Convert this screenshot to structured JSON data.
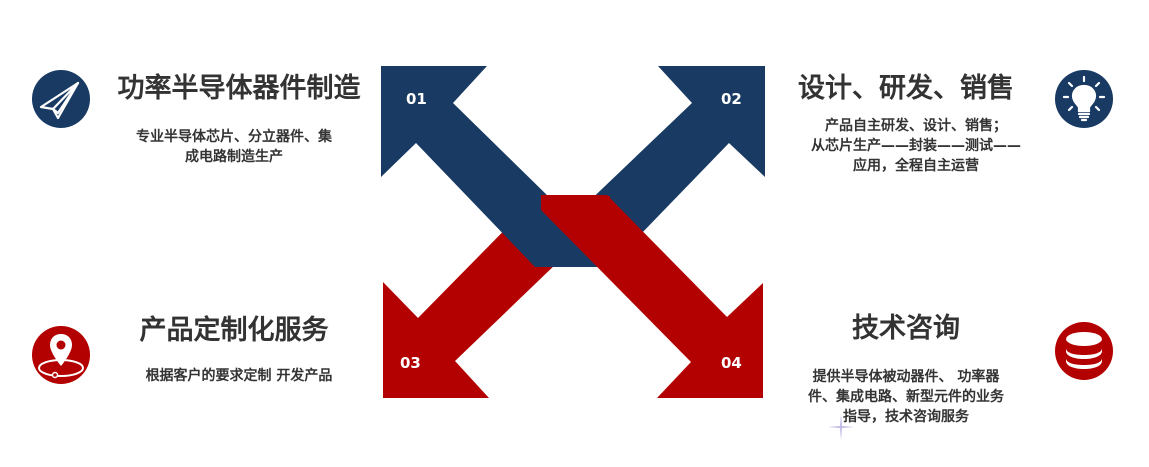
{
  "colors": {
    "navy": "#183a63",
    "red": "#b30000",
    "text": "#333333",
    "white": "#ffffff"
  },
  "arrows": [
    {
      "number": "01",
      "color": "navy",
      "direction": "up-left"
    },
    {
      "number": "02",
      "color": "navy",
      "direction": "up-right"
    },
    {
      "number": "03",
      "color": "red",
      "direction": "down-left"
    },
    {
      "number": "04",
      "color": "red",
      "direction": "down-right"
    }
  ],
  "sections": [
    {
      "id": "01",
      "icon": "paper-plane-icon",
      "icon_color": "#183a63",
      "title": "功率半导体器件制造",
      "desc_lines": [
        "专业半导体芯片、分立器件、集",
        "成电路制造生产"
      ]
    },
    {
      "id": "02",
      "icon": "lightbulb-icon",
      "icon_color": "#183a63",
      "title": "设计、研发、销售",
      "desc_lines": [
        "产品自主研发、设计、销售；",
        "从芯片生产——封装——测试——",
        "应用，全程自主运营"
      ]
    },
    {
      "id": "03",
      "icon": "location-pin-icon",
      "icon_color": "#b30000",
      "title": "产品定制化服务",
      "desc_lines": [
        "根据客户的要求定制 开发产品"
      ]
    },
    {
      "id": "04",
      "icon": "database-icon",
      "icon_color": "#b30000",
      "title": "技术咨询",
      "desc_lines": [
        "提供半导体被动器件、 功率器",
        "件、集成电路、新型元件的业务",
        "指导，技术咨询服务"
      ]
    }
  ]
}
